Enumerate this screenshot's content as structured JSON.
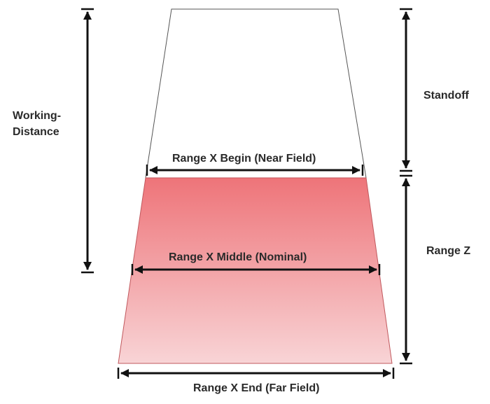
{
  "labels": {
    "working_distance_line1": "Working-",
    "working_distance_line2": "Distance",
    "standoff": "Standoff",
    "range_z": "Range Z",
    "range_x_begin": "Range X Begin (Near Field)",
    "range_x_middle": "Range X Middle (Nominal)",
    "range_x_end": "Range X End (Far Field)"
  },
  "colors": {
    "measurement_zone_top": "#ee7479",
    "measurement_zone_bottom": "#f8d4d6",
    "arrow": "#111111",
    "outline": "#555555",
    "text": "#2a2a2a"
  }
}
